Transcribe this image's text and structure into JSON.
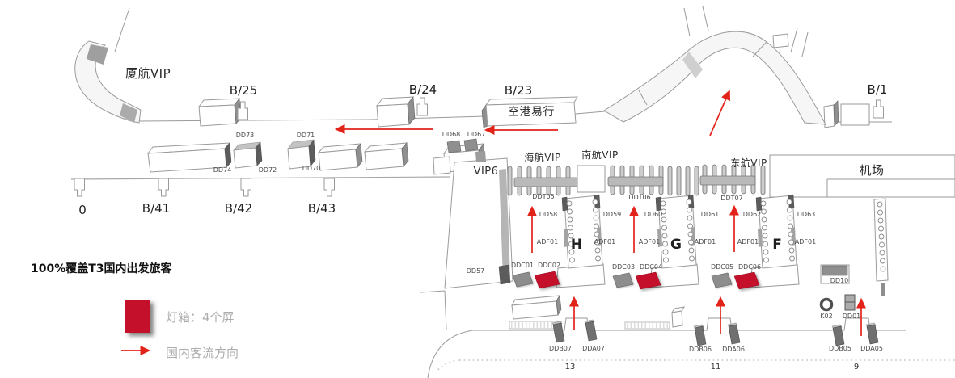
{
  "note": {
    "title": "100%覆盖T3国内出发旅客"
  },
  "legend": {
    "lightbox": "灯箱：4个屏",
    "flow": "国内客流方向"
  },
  "zones": {
    "xiamen_vip": "厦航VIP",
    "konggang": "空港易行",
    "hainan_vip": "海航VIP",
    "southern_vip": "南航VIP",
    "eastern_vip": "东航VIP",
    "airport": "机场",
    "vip6": "VIP6"
  },
  "piers": {
    "h": "H",
    "g": "G",
    "f": "F"
  },
  "gates": {
    "b25": "B/25",
    "b24": "B/24",
    "b23": "B/23",
    "b1": "B/1",
    "b40": "0",
    "b41": "B/41",
    "b42": "B/42",
    "b43": "B/43",
    "n13": "13",
    "n11": "11",
    "n9": "9"
  },
  "sites": {
    "dd73": "DD73",
    "dd71": "DD71",
    "dd74": "DD74",
    "dd72": "DD72",
    "dd70": "DD70",
    "dd68": "DD68",
    "dd67": "DD67",
    "dd57": "DD57",
    "ddt05": "DDT05",
    "ddt06": "DDT06",
    "ddt07": "DDT07",
    "dd58": "DD58",
    "dd59": "DD59",
    "dd60": "DD60",
    "dd61": "DD61",
    "dd62": "DD62",
    "dd63": "DD63",
    "adf01": "ADF01",
    "ddc01": "DDC01",
    "ddc02": "DDC02",
    "ddc03": "DDC03",
    "ddc04": "DDC04",
    "ddc05": "DDC05",
    "ddc06": "DDC06",
    "dd10": "DD10",
    "k02": "K02",
    "dd01": "DD01",
    "ddb07": "DDB07",
    "dda07": "DDA07",
    "ddb06": "DDB06",
    "dda06": "DDA06",
    "ddb05": "DDB05",
    "dda05": "DDA05"
  },
  "lightbox_sites": [
    "DDC02",
    "DDC04",
    "DDC06"
  ],
  "colors": {
    "lightbox_red": "#c5102c",
    "arrow_red": "#e2231a",
    "text_gray": "#adadad",
    "outline_gray": "#9a9a9a"
  }
}
